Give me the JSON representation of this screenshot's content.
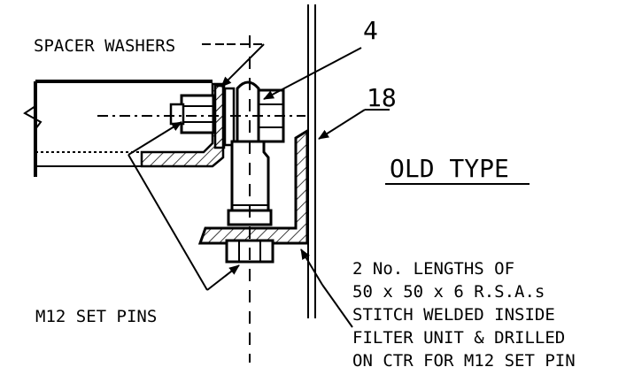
{
  "labels": {
    "spacer_washers": "SPACER WASHERS",
    "item_4": "4",
    "item_18": "18",
    "old_type": "OLD TYPE",
    "m12_set_pins": "M12 SET PINS",
    "note_lines": [
      "2 No. LENGTHS OF",
      "50 x 50 x 6 R.S.A.s",
      "STITCH WELDED INSIDE",
      "FILTER UNIT & DRILLED",
      "ON CTR FOR M12 SET PIN"
    ]
  }
}
